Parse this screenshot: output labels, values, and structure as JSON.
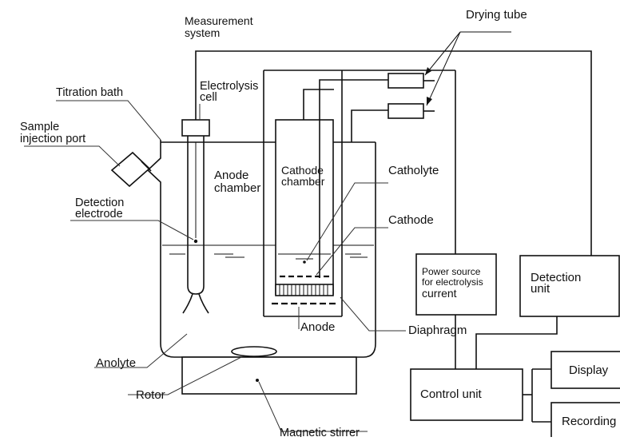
{
  "labels": {
    "measurement_system_1": "Measurement",
    "measurement_system_2": "system",
    "drying_tube": "Drying tube",
    "titration_bath": "Titration bath",
    "electrolysis_cell_1": "Electrolysis",
    "electrolysis_cell_2": "cell",
    "sample_port_1": "Sample",
    "sample_port_2": "injection port",
    "anode_chamber_1": "Anode",
    "anode_chamber_2": "chamber",
    "cathode_chamber_1": "Cathode",
    "cathode_chamber_2": "chamber",
    "catholyte": "Catholyte",
    "detection_electrode_1": "Detection",
    "detection_electrode_2": "electrode",
    "cathode": "Cathode",
    "anode": "Anode",
    "diaphragm": "Diaphragm",
    "anolyte": "Anolyte",
    "rotor": "Rotor",
    "magnetic_stirrer": "Magnetic stirrer"
  },
  "boxes": {
    "power_source_1": "Power source",
    "power_source_2": "for electrolysis",
    "power_source_3": "current",
    "detection_unit_1": "Detection",
    "detection_unit_2": "unit",
    "control_unit": "Control unit",
    "display": "Display",
    "recording": "Recording"
  }
}
